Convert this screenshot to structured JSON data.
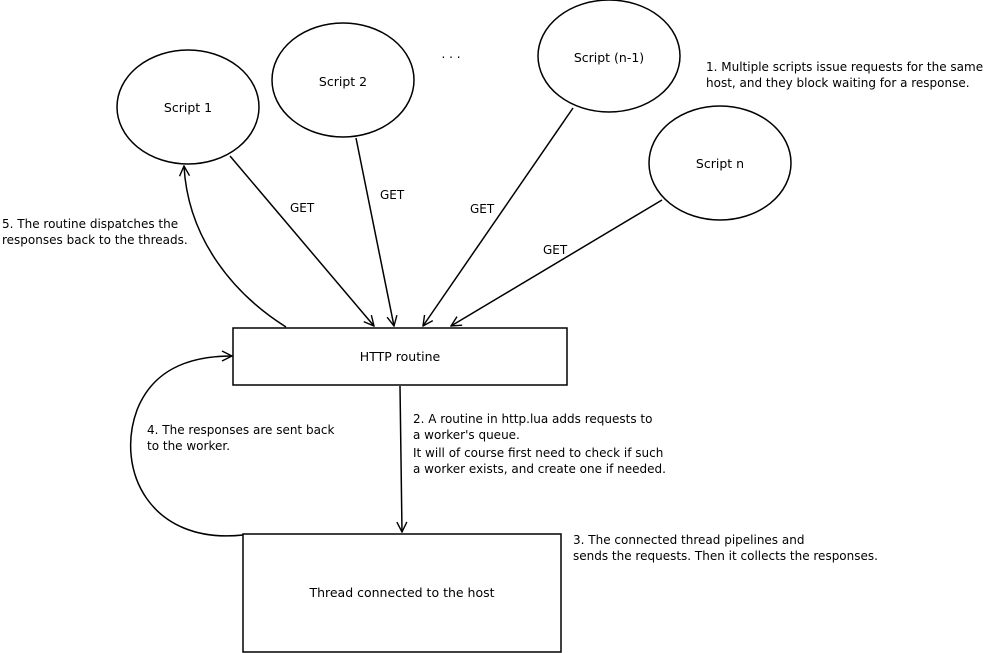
{
  "diagram": {
    "nodes": {
      "script_1": "Script 1",
      "script_2": "Script 2",
      "ellipsis": ". . .",
      "script_n_minus_1": "Script (n-1)",
      "script_n": "Script n",
      "http_routine": "HTTP routine",
      "thread": "Thread connected to the host"
    },
    "edge_labels": {
      "get_1": "GET",
      "get_2": "GET",
      "get_3": "GET",
      "get_4": "GET"
    },
    "notes": {
      "note_1": [
        "1. Multiple scripts issue requests for the same",
        "host, and they block waiting for a response."
      ],
      "note_2": [
        "2. A routine in http.lua adds requests to",
        "a worker's queue.",
        "It will of course first need to check if such",
        "a worker exists, and create one if needed."
      ],
      "note_3": [
        "3. The connected thread pipelines and",
        "sends the requests. Then it collects the responses."
      ],
      "note_4": [
        "4. The responses are sent back",
        "to the worker."
      ],
      "note_5": [
        "5. The routine dispatches the",
        "responses back to the threads."
      ]
    },
    "colors": {
      "stroke": "#000000",
      "fill": "#ffffff",
      "text": "#000000"
    }
  }
}
